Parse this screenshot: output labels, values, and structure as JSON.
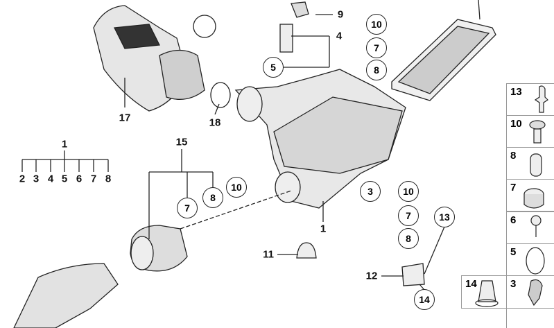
{
  "callouts": {
    "c9": "9",
    "c4": "4",
    "c5": "5",
    "c17": "17",
    "c18": "18",
    "c1a": "1",
    "c15": "15",
    "c1b": "1",
    "c11": "11",
    "c12": "12"
  },
  "row_labels": [
    "2",
    "3",
    "4",
    "5",
    "6",
    "7",
    "8"
  ],
  "circled": {
    "top10": "10",
    "top7": "7",
    "top8": "8",
    "mid7": "7",
    "mid8": "8",
    "mid10": "10",
    "r3": "3",
    "r10": "10",
    "r7": "7",
    "r8": "8",
    "r13": "13",
    "r14": "14"
  },
  "side_boxes": [
    "13",
    "10",
    "8",
    "7",
    "6",
    "5",
    "3"
  ],
  "box14": "14"
}
